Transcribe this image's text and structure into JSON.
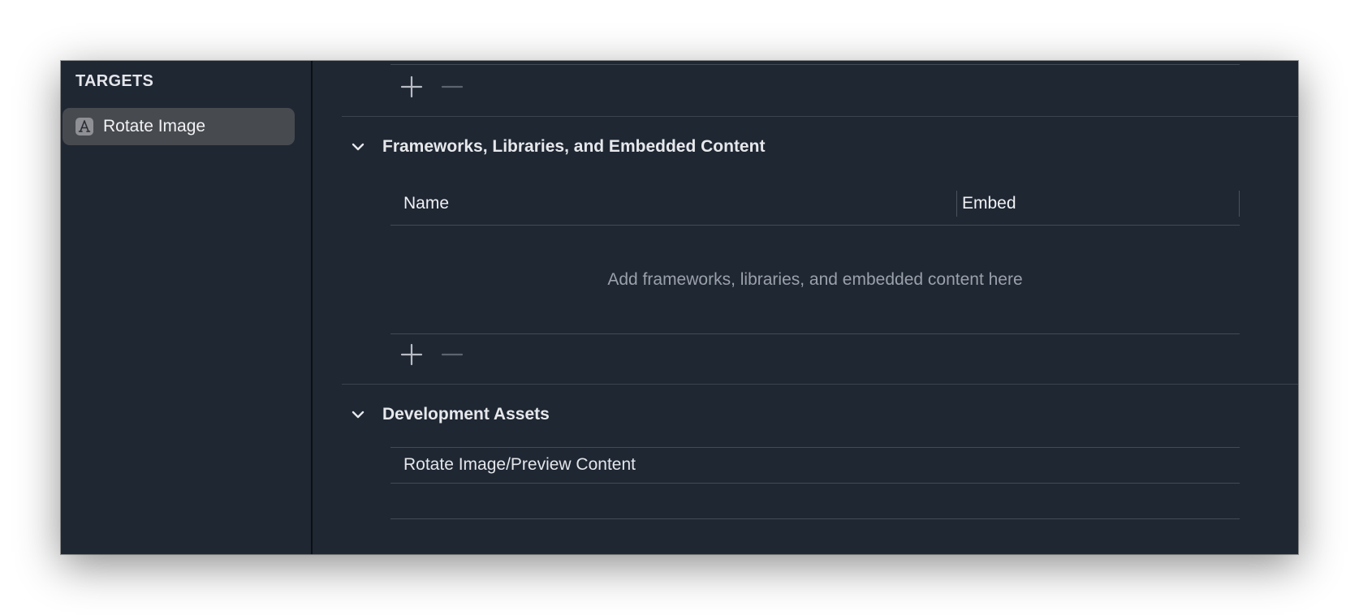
{
  "sidebar": {
    "heading": "TARGETS",
    "items": [
      {
        "label": "Rotate Image",
        "icon": "app-icon",
        "selected": true
      }
    ]
  },
  "frameworks": {
    "title": "Frameworks, Libraries, and Embedded Content",
    "columns": {
      "name": "Name",
      "embed": "Embed"
    },
    "empty_message": "Add frameworks, libraries, and embedded content here"
  },
  "dev_assets": {
    "title": "Development Assets",
    "rows": [
      "Rotate Image/Preview Content"
    ]
  },
  "colors": {
    "background": "#1f2733",
    "sidebar_selection": "#474a4f",
    "text": "#e4e6ea",
    "muted_text": "#9ba1aa"
  }
}
